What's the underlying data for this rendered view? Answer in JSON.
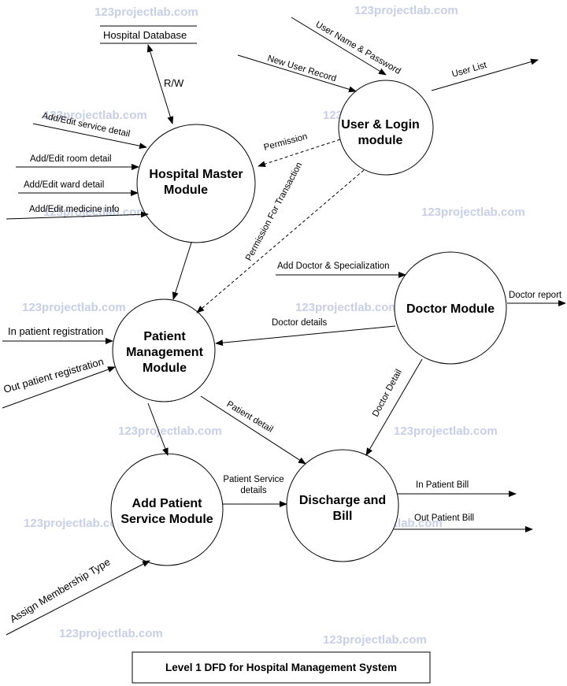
{
  "watermark": "123projectlab.com",
  "caption": "Level 1 DFD for Hospital Management System",
  "data_store": "Hospital Database",
  "processes": {
    "user_login": [
      "User & Login",
      "module"
    ],
    "hospital_master": [
      "Hospital Master",
      "Module"
    ],
    "patient_mgmt": [
      "Patient",
      "Management",
      "Module"
    ],
    "doctor": [
      "Doctor Module"
    ],
    "add_service": [
      "Add Patient",
      "Service Module"
    ],
    "discharge": [
      "Discharge and",
      "Bill"
    ]
  },
  "flows": {
    "rw": "R/W",
    "user_name_password": "User Name & Password",
    "new_user_record": "New User Record",
    "user_list": "User List",
    "permission": "Permission",
    "permission_transaction": "Permission For Transaction",
    "add_service_detail": "Add/Edit service detail",
    "add_room_detail": "Add/Edit room detail",
    "add_ward_detail": "Add/Edit ward detail",
    "add_medicine_info": "Add/Edit medicine info",
    "add_doctor_specialization": "Add Doctor & Specialization",
    "doctor_report": "Doctor report",
    "doctor_details": "Doctor details",
    "in_patient_registration": "In patient registration",
    "out_patient_registration": "Out patient registration",
    "patient_detail": "Patient detail",
    "doctor_detail": "Doctor Detail",
    "patient_service_details_1": "Patient Service",
    "patient_service_details_2": "details",
    "in_patient_bill": "In Patient Bill",
    "out_patient_bill": "Out Patient Bill",
    "assign_membership": "Assign Membership Type"
  },
  "colors": {
    "line": "#000000",
    "watermark": "#c7cfe6"
  }
}
